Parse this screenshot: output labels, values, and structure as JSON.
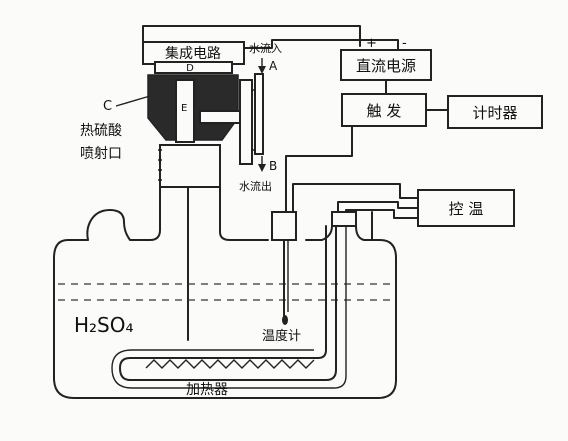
{
  "labels": {
    "integrated_circuit": "集成电路",
    "dc_power": "直流电源",
    "trigger": "触 发",
    "timer": "计时器",
    "temp_control": "控 温",
    "water_in": "水流入",
    "water_out": "水流出",
    "point_a": "A",
    "point_b": "B",
    "point_c": "C",
    "point_d": "D",
    "point_e": "E",
    "nozzle_line1": "热硫酸",
    "nozzle_line2": "喷射口",
    "plus": "+",
    "minus": "-",
    "acid": "H₂SO₄",
    "thermometer": "温度计",
    "heater": "加热器"
  },
  "colors": {
    "ink": "#222222",
    "background": "#fbfbf9",
    "dark_fill": "#2a2a2a"
  }
}
